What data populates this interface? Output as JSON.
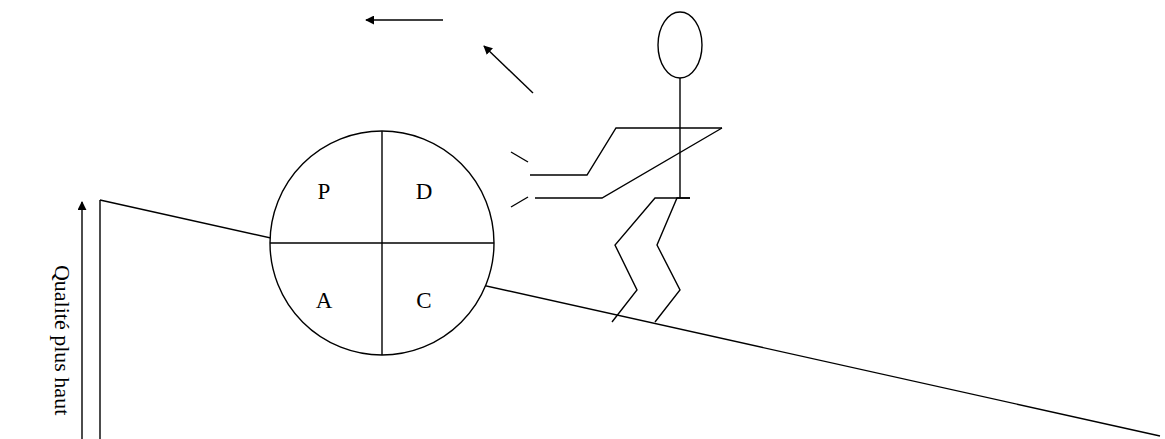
{
  "diagram": {
    "nodes": [
      {
        "text": [
          "P",
          "D",
          "A",
          "C"
        ]
      }
    ],
    "labels": [
      "Qualité plus haut"
    ]
  }
}
